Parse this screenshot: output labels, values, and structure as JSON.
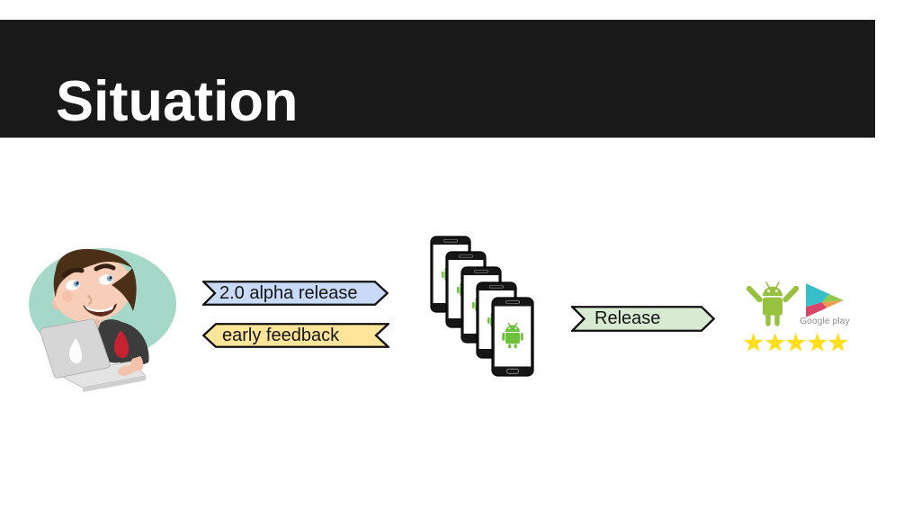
{
  "slide": {
    "title": "Situation"
  },
  "flow": {
    "alpha_banner": {
      "label": "2.0 alpha release",
      "fill": "#c9daf8",
      "border": "#111111",
      "direction": "right"
    },
    "feedback_banner": {
      "label": "early feedback",
      "fill": "#ffe599",
      "border": "#111111",
      "direction": "left"
    },
    "release_banner": {
      "label": "Release",
      "fill": "#d9ead3",
      "border": "#111111",
      "direction": "right"
    }
  },
  "phones": {
    "count": 5,
    "frame_color": "#161616",
    "screen_color": "#ffffff",
    "robot_green": "#6fc13d",
    "screen_icon": "android-robot-icon"
  },
  "store": {
    "android_icon": "android-robot-celebrating-icon",
    "android_green": "#97c13e",
    "google_play": {
      "icon": "google-play-triangle-icon",
      "label": "Google play",
      "label_color": "#8c8c8c"
    },
    "rating": {
      "count": 5,
      "star_color": "#ffdf1b",
      "star_icon": "star-icon"
    }
  },
  "illustration": {
    "name": "developer-at-laptop-illustration",
    "ellipse_color": "#a5d8c8",
    "skin_color": "#f7ceb8",
    "hair_color": "#4c2f17",
    "shirt_color": "#3c3c3c",
    "flame_color": "#c52331",
    "laptop_color": "#d6d6d6"
  },
  "colors": {
    "header_bg": "#191919",
    "title_color": "#ffffff",
    "background": "#ffffff",
    "banner_text": "#141414"
  }
}
